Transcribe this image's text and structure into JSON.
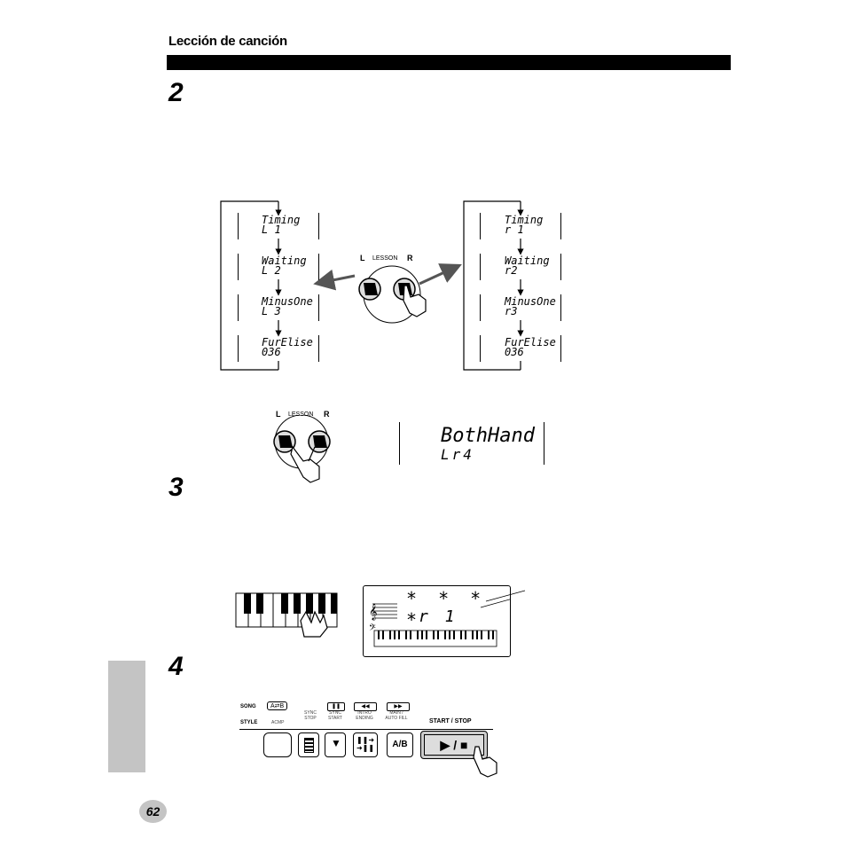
{
  "header": {
    "title": "Lección de canción"
  },
  "steps": {
    "step2": "2",
    "step3": "3",
    "step4": "4"
  },
  "lesson_flow": {
    "left_displays": [
      {
        "line1": "Timing",
        "line2": "L 1"
      },
      {
        "line1": "Waiting",
        "line2": "L 2"
      },
      {
        "line1": "MinusOne",
        "line2": "L 3"
      },
      {
        "line1": "FurElise",
        "line2": "036"
      }
    ],
    "right_displays": [
      {
        "line1": "Timing",
        "line2": "r 1"
      },
      {
        "line1": "Waiting",
        "line2": "r2"
      },
      {
        "line1": "MinusOne",
        "line2": "r3"
      },
      {
        "line1": "FurElise",
        "line2": "036"
      }
    ],
    "buttons": {
      "left": "L",
      "lesson": "LESSON",
      "right": "R"
    }
  },
  "both_hands": {
    "buttons": {
      "left": "L",
      "lesson": "LESSON",
      "right": "R"
    },
    "display": {
      "line1": "BothHand",
      "line2": "Lr4"
    }
  },
  "step3_display": {
    "stars": "* * * *",
    "line2": "r 1"
  },
  "panel": {
    "song_label": "SONG",
    "style_label": "STYLE",
    "ab_label": "A⇄B",
    "acmp": "ACMP",
    "sync_stop": [
      "SYNC",
      "STOP"
    ],
    "sync_start": [
      "SYNC",
      "START"
    ],
    "intro_ending": [
      "INTRO",
      "ENDING"
    ],
    "main_auto_fill": [
      "MAIN /",
      "AUTO FILL"
    ],
    "start_stop": "START / STOP",
    "ab_button": "A/B",
    "play_stop_button": "▶ / ■"
  },
  "page_number": "62"
}
